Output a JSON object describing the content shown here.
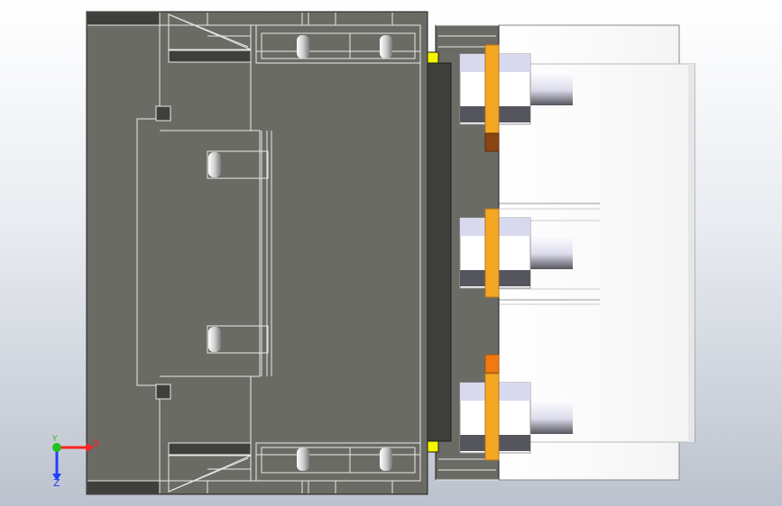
{
  "viewport": {
    "background_top": "#ffffff",
    "background_bottom": "#bcc2cd"
  },
  "colors": {
    "body_fill": "#6b6b65",
    "body_dark": "#3f3f3c",
    "edge_line": "#e8e8e8",
    "outline": "#1f1f1f",
    "bracket_fill": "#ffffff",
    "washer_orange": "#f5a623",
    "tab_brown": "#8b4513",
    "tab_orange": "#f07a10",
    "marker_yellow": "#f5f500",
    "nut_blue": "#d8d8ef"
  },
  "parts": [
    "main-block",
    "dark-flange",
    "connector-bracket",
    "bolt-top",
    "bolt-middle",
    "bolt-bottom"
  ],
  "triad": {
    "x_label": "X",
    "y_label": "Y",
    "z_label": "Z",
    "x_color": "#ff2020",
    "y_color": "#20c020",
    "z_color": "#2040ff"
  }
}
